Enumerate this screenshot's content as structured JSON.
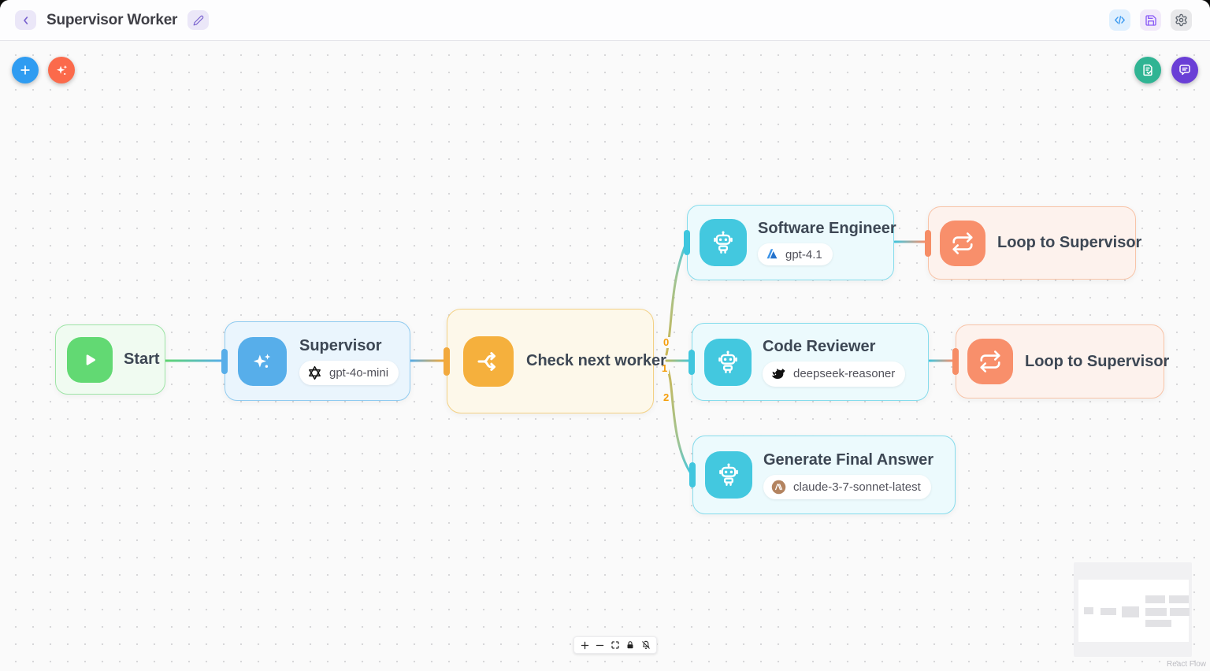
{
  "header": {
    "title": "Supervisor Worker",
    "buttons": {
      "back": "chevron-left-icon",
      "edit": "pencil-icon",
      "code": "code-icon",
      "save": "floppy-disk-icon",
      "settings": "gear-icon"
    }
  },
  "canvas_toolbar": {
    "add_node": "plus-icon",
    "ai_assist": "sparkles-icon",
    "run_report": "document-check-icon",
    "chat": "chat-bubble-icon"
  },
  "nodes": [
    {
      "id": "start",
      "type": "start",
      "title": "Start",
      "icon": "play-icon"
    },
    {
      "id": "supervisor",
      "type": "agent",
      "title": "Supervisor",
      "icon": "sparkles-icon",
      "provider": "openai",
      "model": "gpt-4o-mini"
    },
    {
      "id": "check-next-worker",
      "type": "condition",
      "title": "Check next worker",
      "icon": "branch-split-icon"
    },
    {
      "id": "software-engineer",
      "type": "agent",
      "title": "Software Engineer",
      "icon": "robot-icon",
      "provider": "azure",
      "model": "gpt-4.1"
    },
    {
      "id": "loop-to-supervisor-top",
      "type": "loop",
      "title": "Loop to Supervisor",
      "icon": "repeat-icon"
    },
    {
      "id": "code-reviewer",
      "type": "agent",
      "title": "Code Reviewer",
      "icon": "robot-icon",
      "provider": "deepseek",
      "model": "deepseek-reasoner"
    },
    {
      "id": "loop-to-supervisor-bottom",
      "type": "loop",
      "title": "Loop to Supervisor",
      "icon": "repeat-icon"
    },
    {
      "id": "generate-final-answer",
      "type": "agent",
      "title": "Generate Final Answer",
      "icon": "robot-icon",
      "provider": "anthropic",
      "model": "claude-3-7-sonnet-latest"
    }
  ],
  "edge_labels": {
    "to_software_engineer": "0",
    "to_code_reviewer": "1",
    "to_generate_final_answer": "2"
  },
  "controls": {
    "zoom_in": "plus-icon",
    "zoom_out": "minus-icon",
    "fit_view": "maximize-icon",
    "lock": "lock-icon",
    "interactivity": "bell-off-icon"
  },
  "attribution": "React Flow",
  "colors": {
    "start_green": "#62d973",
    "agent_blue": "#57aeea",
    "condition_amber": "#f5b03d",
    "worker_teal": "#43c8df",
    "loop_coral": "#f88f6b",
    "edge_label": "#f59e0b",
    "fab_add": "#2f9cf1",
    "fab_ai": "#fb6a4b",
    "fab_doc": "#30b493",
    "fab_chat": "#6a3fd6"
  }
}
